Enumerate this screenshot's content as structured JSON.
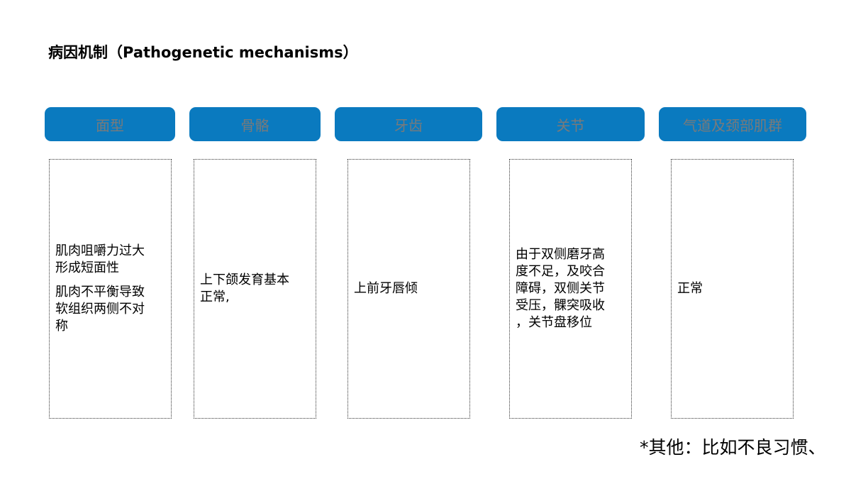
{
  "title": "病因机制（Pathogenetic mechanisms）",
  "headers": [
    "面型",
    "骨骼",
    "牙齿",
    "关节",
    "气道及颈部肌群"
  ],
  "boxes": [
    {
      "paragraphs": [
        [
          "肌肉咀嚼力过大",
          "形成短面性"
        ],
        [
          "肌肉不平衡导致",
          "软组织两侧不对",
          "称"
        ]
      ]
    },
    {
      "paragraphs": [
        [
          "上下颌发育基本",
          "正常,"
        ]
      ]
    },
    {
      "paragraphs": [
        [
          "上前牙唇倾"
        ]
      ]
    },
    {
      "paragraphs": [
        [
          "由于双侧磨牙高",
          "度不足，及咬合",
          "障碍，双侧关节",
          "受压，髁突吸收",
          "，关节盘移位"
        ]
      ]
    },
    {
      "paragraphs": [
        [
          "正常"
        ]
      ]
    }
  ],
  "footnote": "*其他：比如不良习惯、"
}
